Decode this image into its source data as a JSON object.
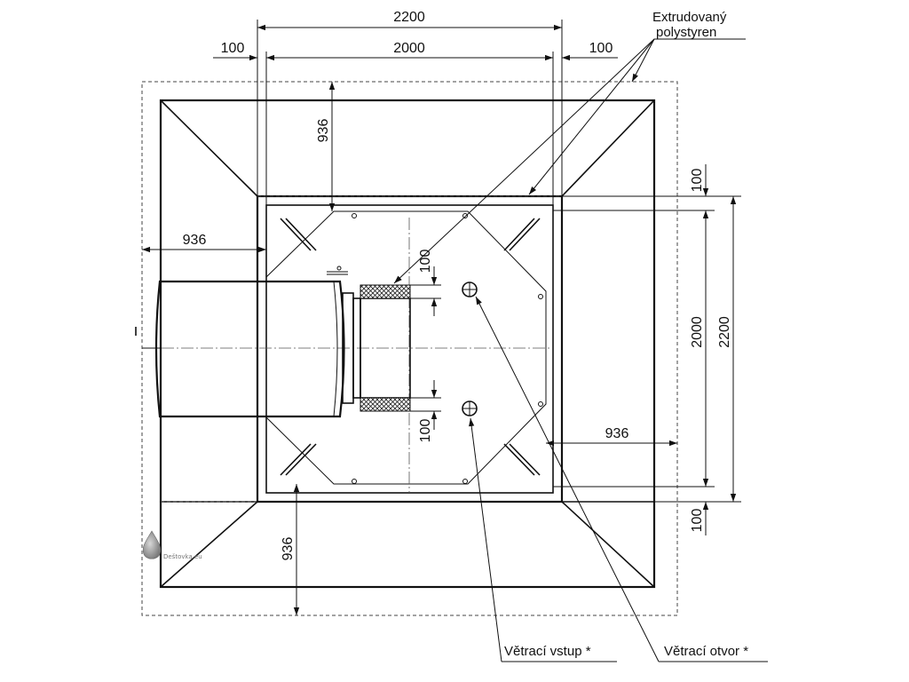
{
  "dimensions": {
    "top_overall": "2200",
    "top_left_margin": "100",
    "top_inner": "2000",
    "top_right_margin": "100",
    "upper_depth": "936",
    "left_depth": "936",
    "right_depth": "936",
    "bottom_depth": "936",
    "pipe_offset_top": "100",
    "pipe_offset_bottom": "100",
    "right_top_margin": "100",
    "right_inner": "2000",
    "right_overall": "2200",
    "right_bottom_margin": "100"
  },
  "labels": {
    "insulation_line1": "Extrudovaný",
    "insulation_line2": "polystyren",
    "vent_inlet": "Větrací vstup *",
    "vent_opening": "Větrací otvor *"
  },
  "watermark": {
    "text": "Deštovka.eu"
  }
}
